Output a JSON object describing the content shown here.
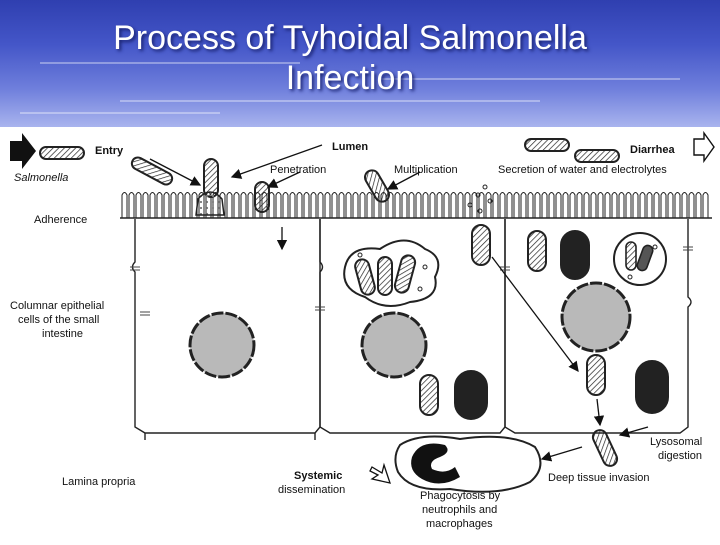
{
  "slide": {
    "title_line1": "Process of Tyhoidal Salmonella",
    "title_line2": "Infection"
  },
  "labels": {
    "entry": "Entry",
    "salmonella": "Salmonella",
    "adherence": "Adherence",
    "lumen": "Lumen",
    "penetration": "Penetration",
    "multiplication": "Multiplication",
    "secretion": "Secretion of water and electrolytes",
    "diarrhea": "Diarrhea",
    "columnar_1": "Columnar epithelial",
    "columnar_2": "cells of the small",
    "columnar_3": "intestine",
    "lysosomal_1": "Lysosomal",
    "lysosomal_2": "digestion",
    "deep_tissue": "Deep tissue invasion",
    "lamina_propria": "Lamina propria",
    "systemic_1": "Systemic",
    "systemic_2": "dissemination",
    "phago_1": "Phagocytosis by",
    "phago_2": "neutrophils and",
    "phago_3": "macrophages"
  },
  "colors": {
    "header_top": "#2f3fb0",
    "header_bottom": "#a9b4ee",
    "title_text": "#ffffff",
    "ink": "#111111",
    "nucleus": "#b9b9b9"
  }
}
